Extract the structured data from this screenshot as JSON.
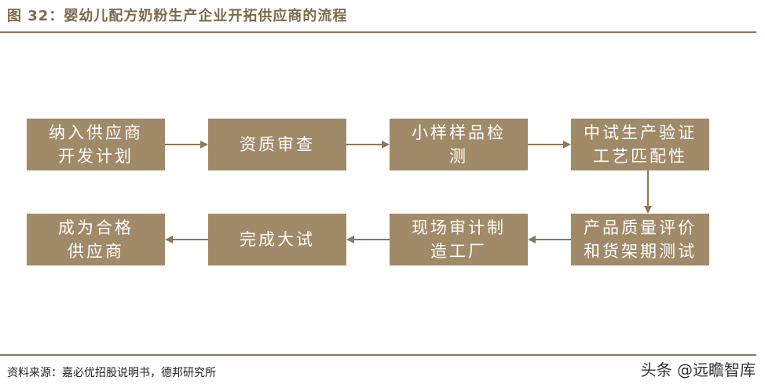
{
  "title": "图 32：婴幼儿配方奶粉生产企业开拓供应商的流程",
  "source": "资料来源：嘉必优招股说明书，德邦研究所",
  "watermark": "头条 @远瞻智库",
  "steps": [
    "纳入供应商\n开发计划",
    "资质审查",
    "小样样品检\n测",
    "中试生产验证\n工艺匹配性",
    "产品质量评价\n和货架期测试",
    "现场审计制\n造工厂",
    "完成大试",
    "成为合格\n供应商"
  ],
  "colors": {
    "box": "#a08a68",
    "accent": "#7d6a4c",
    "arrow": "#8d7754"
  }
}
